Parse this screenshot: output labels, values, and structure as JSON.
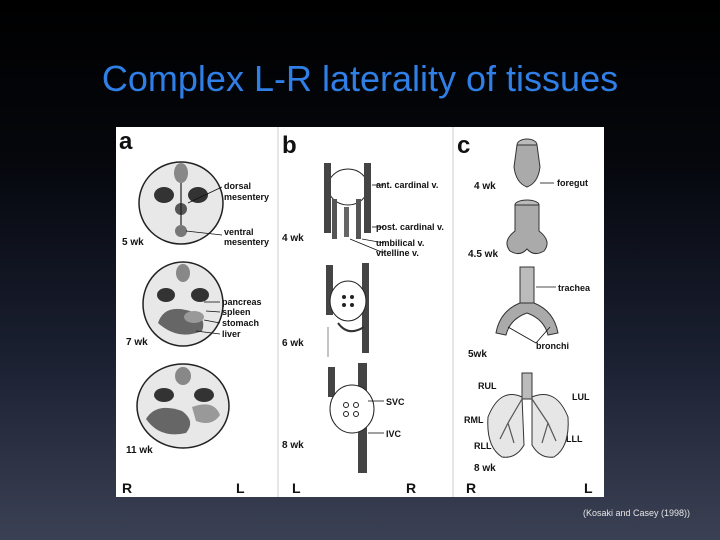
{
  "slide": {
    "title": "Complex L-R laterality of tissues",
    "citation": "(Kosaki and Casey (1998))"
  },
  "figure": {
    "panels": [
      {
        "letter": "a",
        "stages": [
          {
            "week": "5 wk",
            "labels": [
              "dorsal",
              "mesentery",
              "ventral",
              "mesentery"
            ]
          },
          {
            "week": "7 wk",
            "labels": [
              "pancreas",
              "spleen",
              "stomach",
              "liver"
            ]
          },
          {
            "week": "11 wk",
            "labels": []
          }
        ],
        "bottom_left": "R",
        "bottom_right": "L"
      },
      {
        "letter": "b",
        "stages": [
          {
            "week": "4 wk",
            "labels": [
              "ant. cardinal v.",
              "post. cardinal v.",
              "umbilical v.",
              "vitelline v."
            ]
          },
          {
            "week": "6 wk",
            "labels": []
          },
          {
            "week": "8 wk",
            "labels": [
              "SVC",
              "IVC"
            ]
          }
        ],
        "bottom_left": "L",
        "bottom_right": "R"
      },
      {
        "letter": "c",
        "stages": [
          {
            "week": "4 wk",
            "labels": [
              "foregut"
            ]
          },
          {
            "week": "4.5 wk",
            "labels": []
          },
          {
            "week": "5wk",
            "labels": [
              "trachea",
              "bronchi"
            ]
          },
          {
            "week": "8 wk",
            "labels": [
              "RUL",
              "LUL",
              "RML",
              "RLL",
              "LLL"
            ]
          }
        ],
        "bottom_left": "R",
        "bottom_right": "L"
      }
    ]
  }
}
